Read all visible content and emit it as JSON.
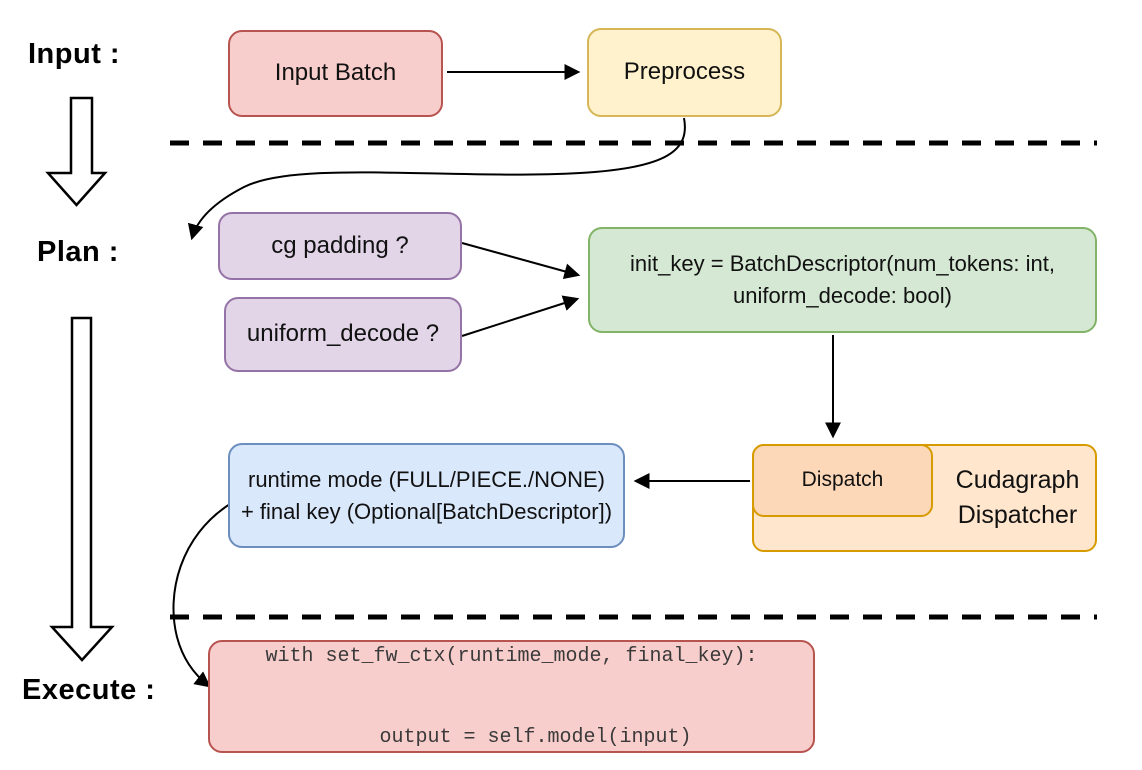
{
  "diagram": {
    "stage_labels": {
      "input": "Input :",
      "plan": "Plan :",
      "execute": "Execute :"
    },
    "nodes": {
      "input_batch": {
        "label": "Input Batch"
      },
      "preprocess": {
        "label": "Preprocess"
      },
      "cg_padding": {
        "label": "cg padding ?"
      },
      "uniform_decode": {
        "label": "uniform_decode ?"
      },
      "init_key": {
        "line1": "init_key = BatchDescriptor(num_tokens: int,",
        "line2": "uniform_decode: bool)"
      },
      "dispatch": {
        "label": "Dispatch"
      },
      "cudagraph_dispatcher": {
        "line1": "Cudagraph",
        "line2": "Dispatcher"
      },
      "runtime_mode": {
        "line1": "runtime mode (FULL/PIECE./NONE)",
        "line2": "+ final key (Optional[BatchDescriptor])"
      },
      "execute_code": {
        "line1": "with set_fw_ctx(runtime_mode, final_key):",
        "line2": "    output = self.model(input)"
      }
    },
    "colors": {
      "pink_fill": "#f8cecc",
      "pink_border": "#b85450",
      "yellow_fill": "#fff2cc",
      "yellow_border": "#d6b656",
      "purple_fill": "#e1d5e7",
      "purple_border": "#9673a6",
      "green_fill": "#d5e8d4",
      "green_border": "#82b366",
      "blue_fill": "#dae8fc",
      "blue_border": "#6c8ebf",
      "orange_outer_fill": "#ffe6cc",
      "orange_inner_fill": "#fcd8b8",
      "orange_border": "#d79b00",
      "arrow_color": "#000000"
    }
  }
}
